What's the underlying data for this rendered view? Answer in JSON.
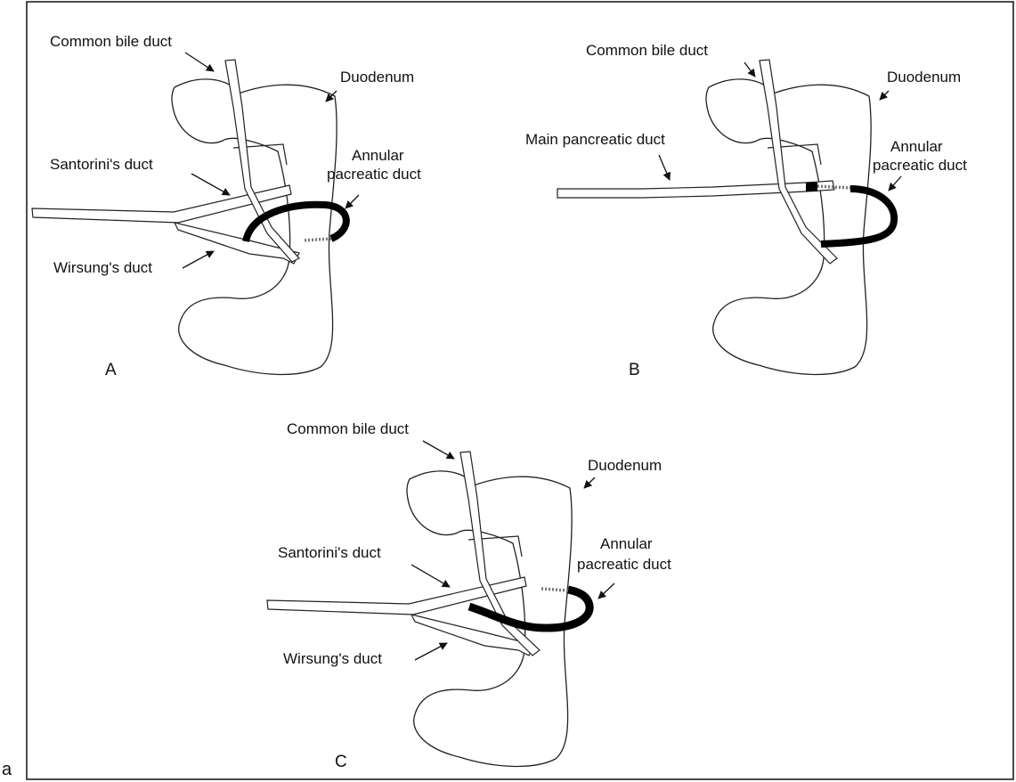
{
  "corner_label": "a",
  "panels": [
    {
      "letter": "A",
      "labels": {
        "common_bile_duct": "Common bile duct",
        "duodenum": "Duodenum",
        "santorini": "Santorini's duct",
        "annular_line1": "Annular",
        "annular_line2": "pacreatic duct",
        "wirsung": "Wirsung's duct"
      }
    },
    {
      "letter": "B",
      "labels": {
        "common_bile_duct": "Common bile duct",
        "duodenum": "Duodenum",
        "main_pancreatic": "Main pancreatic duct",
        "annular_line1": "Annular",
        "annular_line2": "pacreatic duct"
      }
    },
    {
      "letter": "C",
      "labels": {
        "common_bile_duct": "Common bile duct",
        "duodenum": "Duodenum",
        "santorini": "Santorini's duct",
        "annular_line1": "Annular",
        "annular_line2": "pacreatic duct",
        "wirsung": "Wirsung's duct"
      }
    }
  ]
}
